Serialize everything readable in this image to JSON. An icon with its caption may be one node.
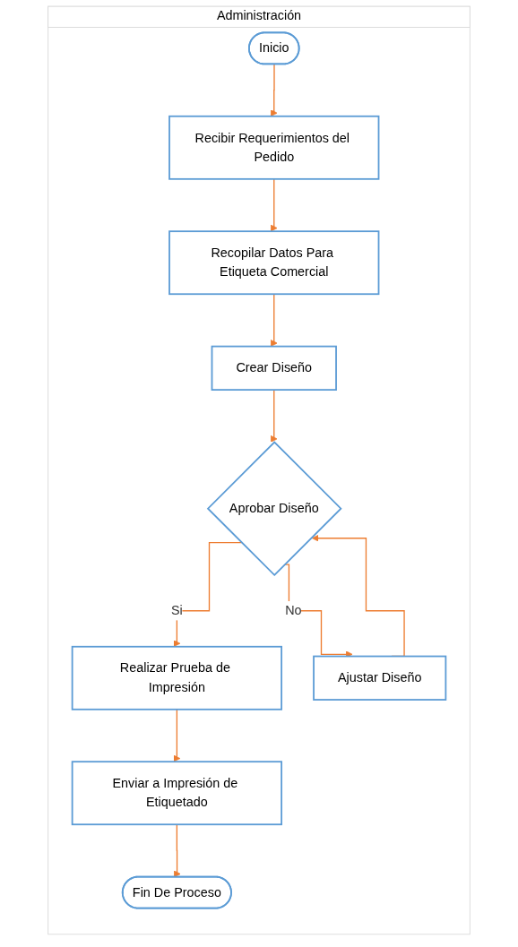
{
  "diagram": {
    "nodes": [
      {
        "text": [
          "Administración"
        ]
      },
      {
        "text": [
          "Inicio"
        ],
        "in": 0
      },
      {
        "text": [
          "Recibir Requerimientos del Pedido"
        ],
        "in": 0
      },
      {
        "text": [
          "Recopilar Datos Para Etiqueta Comercial"
        ],
        "in": 0
      },
      {
        "text": [
          "Crear Diseño"
        ],
        "in": 0
      },
      {
        "text": [
          "Aprobar Diseño"
        ],
        "in": 0
      },
      {
        "text": [
          "Ajustar Diseño"
        ],
        "in": 0
      },
      {
        "text": [
          "Realizar Prueba de Impresión"
        ],
        "in": 0
      },
      {
        "text": [
          "Enviar a Impresión de Etiquetado"
        ],
        "in": 0
      },
      {
        "text": [
          "Fin De Proceso"
        ],
        "in": 0
      }
    ],
    "edges": [
      {
        "from": 1,
        "to": 2,
        "arrow": "to"
      },
      {
        "from": 2,
        "to": 3,
        "arrow": "to"
      },
      {
        "from": 3,
        "to": 4,
        "arrow": "to"
      },
      {
        "from": 4,
        "to": 5,
        "arrow": "to"
      },
      {
        "from": 5,
        "to": 7,
        "arrow": "to",
        "label": "Si"
      },
      {
        "from": 5,
        "to": 6,
        "arrow": "to",
        "label": "No"
      },
      {
        "from": 6,
        "to": 5,
        "arrow": "to"
      },
      {
        "from": 7,
        "to": 8,
        "arrow": "to"
      },
      {
        "from": 8,
        "to": 9,
        "arrow": "to"
      }
    ]
  }
}
